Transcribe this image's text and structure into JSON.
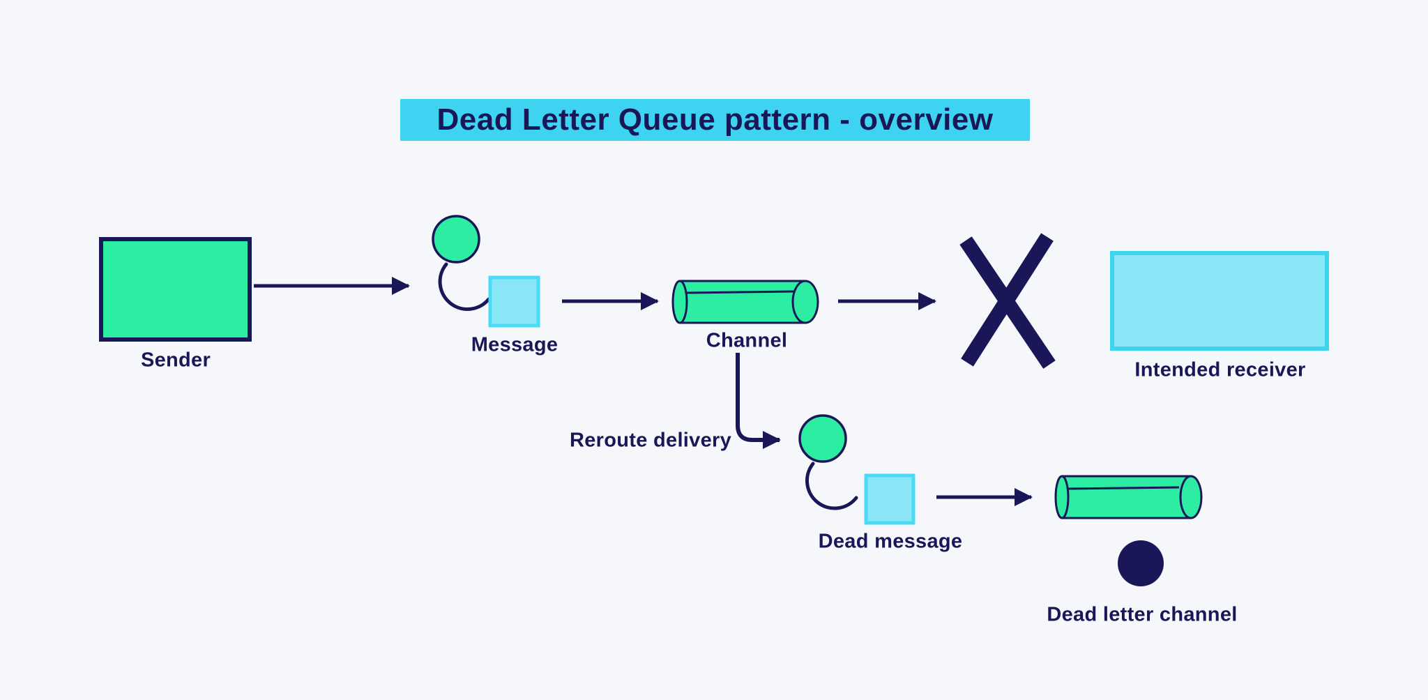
{
  "title": {
    "text": "Dead Letter Queue pattern - overview"
  },
  "labels": {
    "sender": "Sender",
    "message": "Message",
    "channel": "Channel",
    "reroute": "Reroute delivery",
    "intended_receiver": "Intended receiver",
    "dead_message": "Dead message",
    "dead_letter_channel": "Dead letter channel"
  },
  "icons": {
    "message": "circle-arc-square-icon",
    "dead_message": "circle-arc-square-icon",
    "channel": "cylinder-icon",
    "dead_letter_channel": "cylinder-icon",
    "failed_delivery": "x-mark-icon",
    "dead_letter_marker": "filled-dot-icon"
  },
  "colors": {
    "bg": "#F6F7FB",
    "navy": "#191758",
    "green": "#2DEDA2",
    "cyan_hl": "#3ED3F0",
    "cyan_fill": "#8AE7F7",
    "cyan_sq_border": "#4CDBF6"
  }
}
